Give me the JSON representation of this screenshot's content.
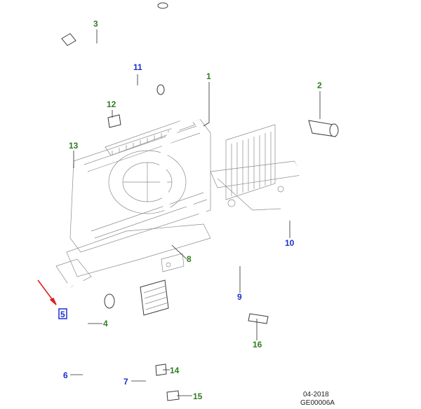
{
  "callouts": [
    {
      "id": "1",
      "color": "green"
    },
    {
      "id": "2",
      "color": "green"
    },
    {
      "id": "3",
      "color": "green"
    },
    {
      "id": "4",
      "color": "green"
    },
    {
      "id": "5",
      "color": "blue",
      "highlighted": true
    },
    {
      "id": "6",
      "color": "blue"
    },
    {
      "id": "7",
      "color": "blue"
    },
    {
      "id": "8",
      "color": "green"
    },
    {
      "id": "9",
      "color": "blue"
    },
    {
      "id": "10",
      "color": "blue"
    },
    {
      "id": "11",
      "color": "blue"
    },
    {
      "id": "12",
      "color": "green"
    },
    {
      "id": "13",
      "color": "green"
    },
    {
      "id": "14",
      "color": "green"
    },
    {
      "id": "15",
      "color": "green"
    },
    {
      "id": "16",
      "color": "green"
    }
  ],
  "footer": {
    "date": "04-2018",
    "code": "GE00006A"
  },
  "colors": {
    "callout_green": "#2e7d1f",
    "callout_blue": "#1a2fd0",
    "highlight_arrow": "#e02020",
    "highlight_box": "#1a2fd0"
  }
}
